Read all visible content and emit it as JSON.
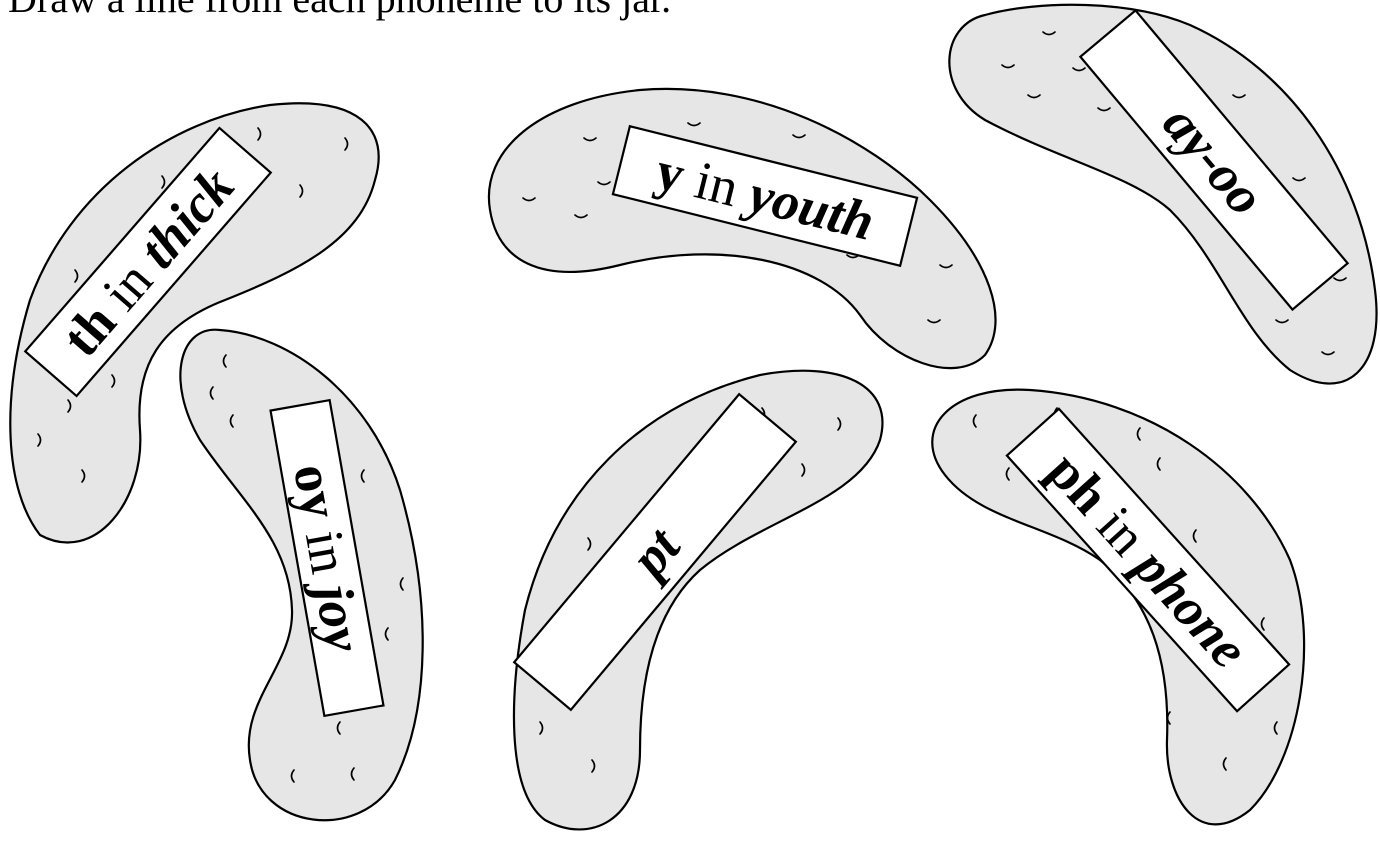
{
  "header": {
    "text": "Draw a line from each phoneme to its jar."
  },
  "colors": {
    "jar_fill": "#e6e6e6",
    "outline": "#000000",
    "label_fill": "#ffffff"
  },
  "jars": [
    {
      "id": "th",
      "bold": "th",
      "middle": " in ",
      "italic": "thick"
    },
    {
      "id": "oy",
      "bold": "oy",
      "middle": " in ",
      "italic": "joy"
    },
    {
      "id": "y",
      "bold": "y",
      "middle": " in ",
      "italic": "youth"
    },
    {
      "id": "pt",
      "bold": "",
      "middle": "",
      "italic": "pt"
    },
    {
      "id": "ay-oo",
      "bold": "",
      "middle": "",
      "italic": "ay-oo"
    },
    {
      "id": "ph",
      "bold": "ph",
      "middle": " in ",
      "italic": "phone"
    }
  ]
}
